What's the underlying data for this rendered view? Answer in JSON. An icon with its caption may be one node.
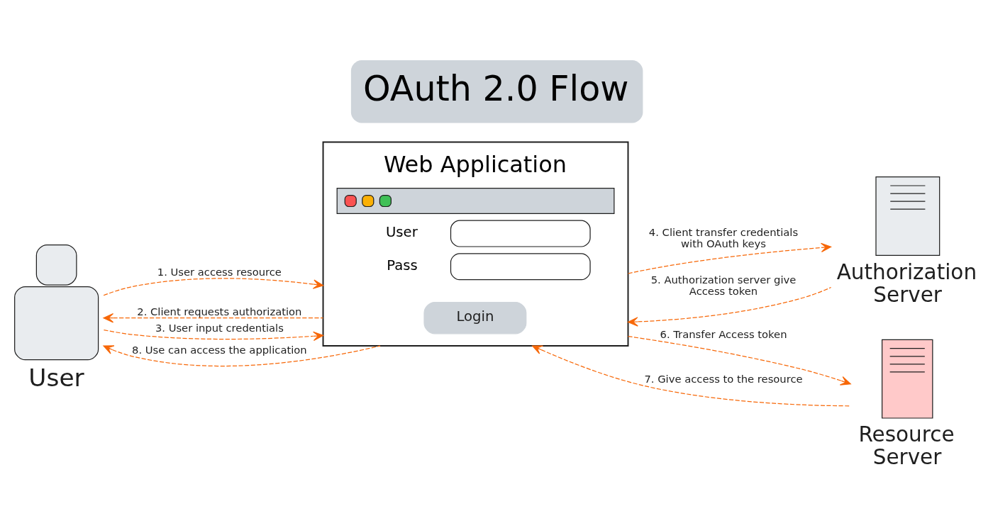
{
  "diagram": {
    "title": "OAuth 2.0 Flow",
    "nodes": [
      {
        "text": [
          "User"
        ]
      },
      {
        "text": [
          "Web Application",
          "User",
          "Pass"
        ]
      },
      {
        "text": [
          "Login"
        ],
        "in": 1
      },
      {
        "text": [
          "Authorization Server"
        ]
      },
      {
        "text": [
          "Resource Server"
        ]
      }
    ],
    "edges": [
      {
        "from": 0,
        "to": 1,
        "arrow": "to",
        "label": "1. User access resource",
        "style": "dashed"
      },
      {
        "from": 1,
        "to": 0,
        "arrow": "to",
        "label": "2. Client requests authorization",
        "style": "dashed"
      },
      {
        "from": 0,
        "to": 1,
        "arrow": "to",
        "label": "3. User input credentials",
        "style": "dashed"
      },
      {
        "from": 1,
        "to": 3,
        "arrow": "to",
        "label": "4. Client transfer credentials with OAuth keys",
        "style": "dashed"
      },
      {
        "from": 3,
        "to": 1,
        "arrow": "to",
        "label": "5. Authorization server give Access token",
        "style": "dashed"
      },
      {
        "from": 1,
        "to": 4,
        "arrow": "to",
        "label": "6. Transfer Access token",
        "style": "dashed"
      },
      {
        "from": 4,
        "to": 1,
        "arrow": "to",
        "label": "7. Give access to the resource",
        "style": "dashed"
      },
      {
        "from": 1,
        "to": 0,
        "arrow": "to",
        "label": "8. Use can access the application",
        "style": "dashed"
      }
    ]
  }
}
